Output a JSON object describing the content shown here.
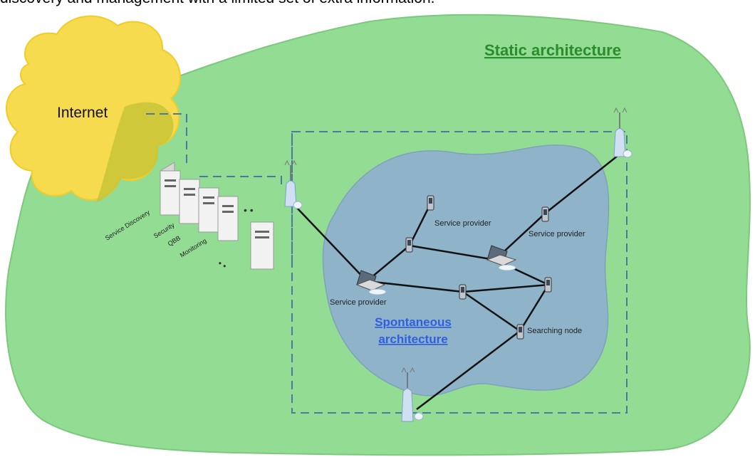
{
  "caption": "discovery and management with a limited set of extra information.",
  "labels": {
    "static_architecture": "Static architecture",
    "internet": "Internet",
    "spontaneous_line1": "Spontaneous",
    "spontaneous_line2": "architecture",
    "service_provider_left": "Service provider",
    "service_provider_top": "Service provider",
    "service_provider_right": "Service provider",
    "searching_node": "Searching node"
  },
  "server_labels": [
    "Service Discovery",
    "Security",
    "QBB",
    "Monitoring"
  ],
  "colors": {
    "static_region": "#93dc93",
    "spontaneous_region": "#8fb3c9",
    "internet_cloud": "#f7db4f",
    "static_title": "#2b8c2b",
    "spontaneous_title": "#2f5fe0",
    "dashed_line": "#4d7a9c",
    "link_line": "#111111"
  },
  "icons": [
    "internet-cloud-icon",
    "server-icon",
    "antenna-icon",
    "laptop-icon",
    "pda-icon"
  ]
}
